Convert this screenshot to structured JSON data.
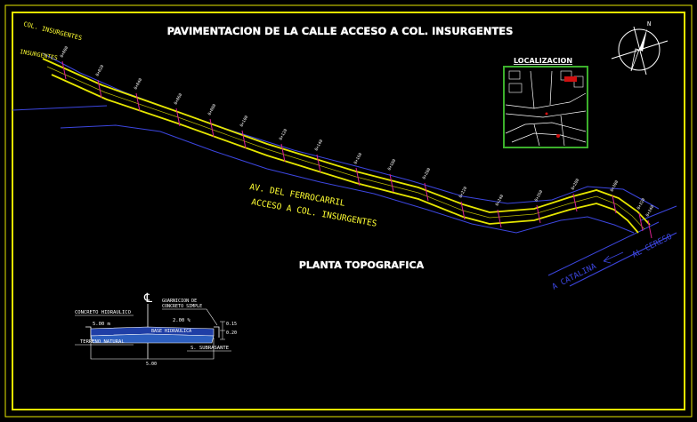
{
  "drawing": {
    "title": "PAVIMENTACION DE LA CALLE ACCESO A COL. INSURGENTES",
    "subtitle": "PLANTA TOPOGRAFICA",
    "location_title": "LOCALIZACION",
    "north_label": "N",
    "labels": {
      "col_insurgentes": "COL. INSURGENTES",
      "insurgentes": "INSURGENTES",
      "av_ferrocarril": "AV. DEL FERROCARRIL",
      "acceso": "ACCESO A COL. INSURGENTES",
      "a_catalina": "A CATALINA",
      "al_cereso": "AL CERESO"
    },
    "section": {
      "centerline": "℄",
      "concreto": "CONCRETO HIDRAULICO",
      "guarnicion_1": "GUARNICION DE",
      "guarnicion_2": "CONCRETO SIMPLE",
      "width_top": "5.00 m",
      "width_mid": "2.00 %",
      "base": "BASE HIDRAULICA",
      "terreno": "TERRENO NATURAL",
      "subrasante": "S. SUBRASANTE",
      "dim_1": "0.15",
      "dim_2": "0.20",
      "bottom_dim": "5.00"
    },
    "stations": [
      "0+000",
      "0+020",
      "0+040",
      "0+060",
      "0+080",
      "0+100",
      "0+120",
      "0+140",
      "0+160",
      "0+180",
      "0+200",
      "0+220",
      "0+240",
      "0+260",
      "0+280",
      "0+300",
      "0+320",
      "0+340"
    ],
    "colors": {
      "frame": "#e8e800",
      "road_edge": "#e6e600",
      "boundary": "#3c46e0",
      "station_marks": "#d8208e",
      "inset_border": "#3cb02c",
      "text_white": "#ffffff",
      "text_yellow": "#ffff33"
    }
  }
}
